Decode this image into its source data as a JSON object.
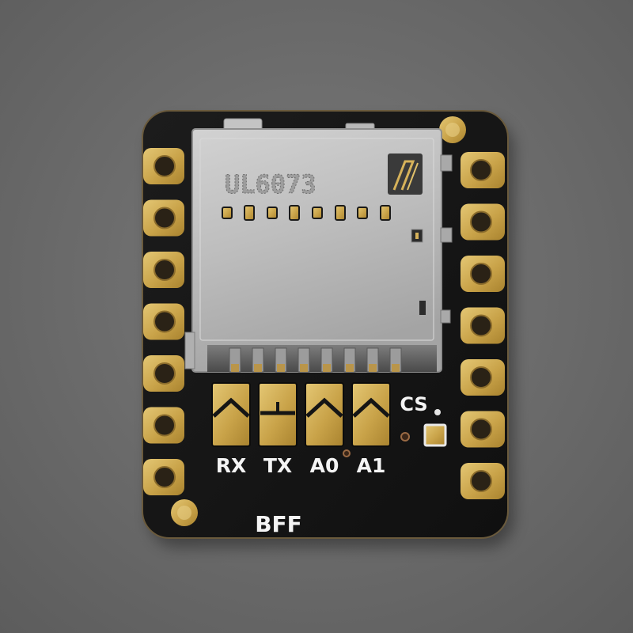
{
  "labels": {
    "rx": "RX",
    "tx": "TX",
    "a0": "A0",
    "a1": "A1",
    "cs": "CS",
    "bff": "BFF"
  },
  "sd_slot": {
    "stamp": "UL6073"
  },
  "colors": {
    "background": "#6e6e6e",
    "pcb": "#151515",
    "gold": "#c9a349",
    "metal": "#b8b8b8",
    "silkscreen": "#f4f4f4"
  }
}
